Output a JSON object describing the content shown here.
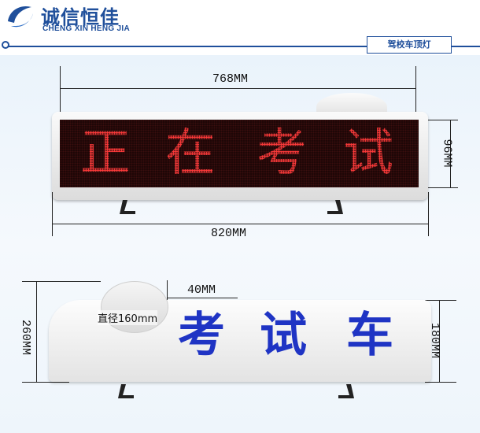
{
  "brand": {
    "name_cn": "诚信恒佳",
    "name_en": "CHENG XIN HENG JIA",
    "color": "#1f4f9b"
  },
  "tag": {
    "label": "驾校车顶灯"
  },
  "top_sign": {
    "width_label": "768MM",
    "height_label": "96MM",
    "base_label": "820MM",
    "led_chars": [
      "正",
      "在",
      "考",
      "试"
    ],
    "led_color": "#ff3b3b"
  },
  "bottom_sign": {
    "dome_label": "40MM",
    "diameter_label": "直径160mm",
    "left_label": "260MM",
    "right_label": "180MM",
    "chars": [
      "考",
      "试",
      "车"
    ],
    "text_color": "#1f34c4"
  }
}
